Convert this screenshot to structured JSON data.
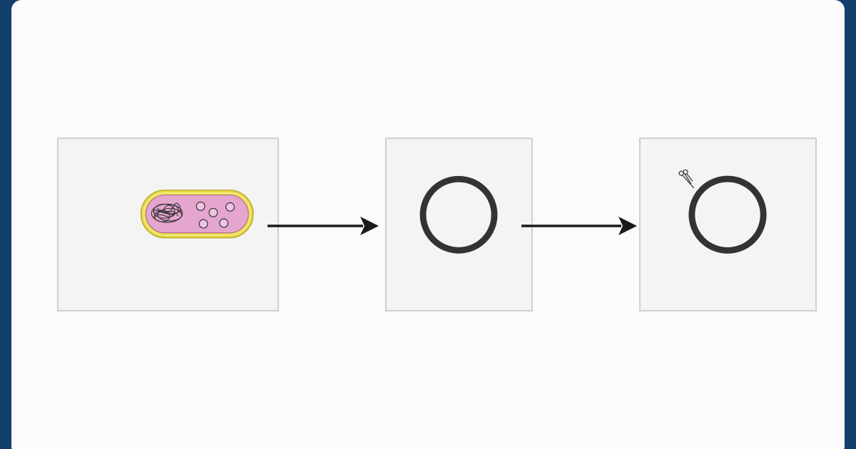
{
  "diagram": {
    "steps": [
      {
        "id": "bacterium",
        "icon": "bacterium-cell-icon"
      },
      {
        "id": "plasmid",
        "icon": "plasmid-ring-icon"
      },
      {
        "id": "cut-plasmid",
        "icon": "cut-plasmid-ring-icon"
      }
    ],
    "colors": {
      "background": "#123f6b",
      "card": "#fbfbfb",
      "panel": "#f4f4f3",
      "panel_border": "#cfcfcf",
      "cell_wall": "#e6d84a",
      "cytoplasm": "#e4a5cf",
      "ring": "#333333",
      "arrow": "#1a1a1a"
    }
  }
}
